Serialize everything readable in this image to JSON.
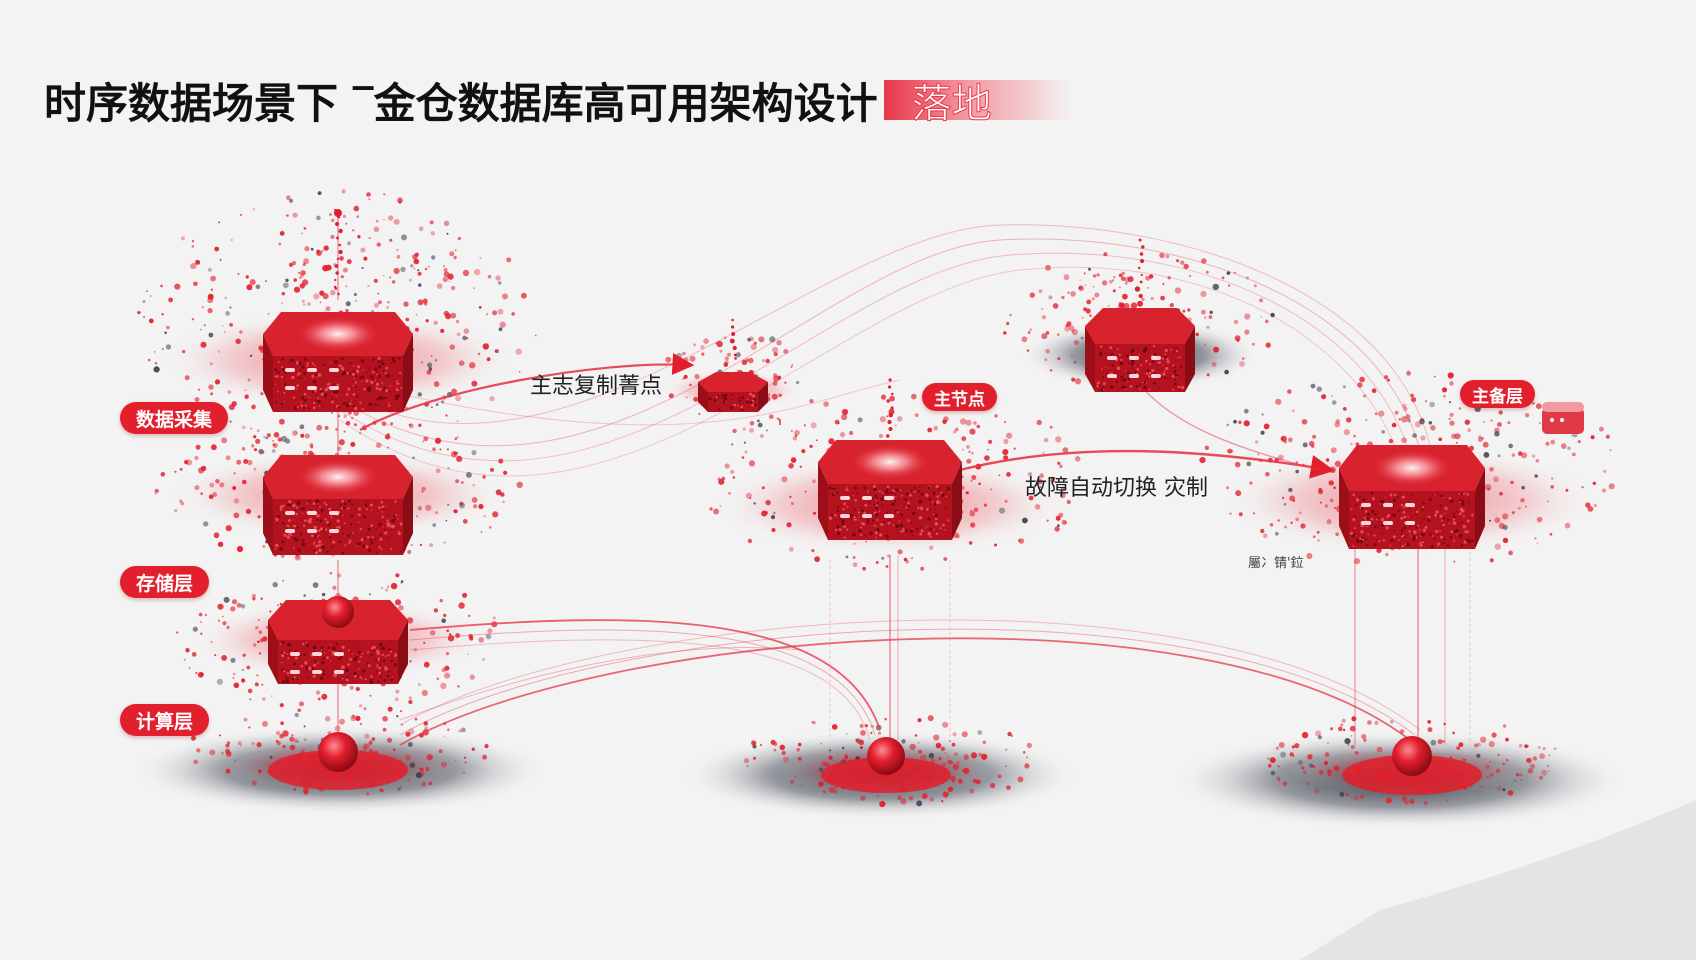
{
  "title": {
    "main": "时序数据场景下 ‾金仓数据库高可用架构设计",
    "accent": "落地"
  },
  "layers": {
    "collect": "数据采集",
    "storage": "存储层",
    "compute": "计算层"
  },
  "node_labels": {
    "primary": "主节点",
    "standby": "主备层"
  },
  "annotations": {
    "replication": "主志复制菁点",
    "failover": "故障自动切换 灾制",
    "small_note": "屬冫锖'鉝"
  },
  "colors": {
    "accent": "#e21f2c",
    "cube_top": "#d8232f",
    "cube_side": "#b3121e",
    "background": "#f3f3f3",
    "title": "#111111",
    "shadow": "#2a2f3a"
  },
  "icons": {
    "server_cube": "server-cube-icon",
    "data_sphere": "data-sphere-icon"
  }
}
